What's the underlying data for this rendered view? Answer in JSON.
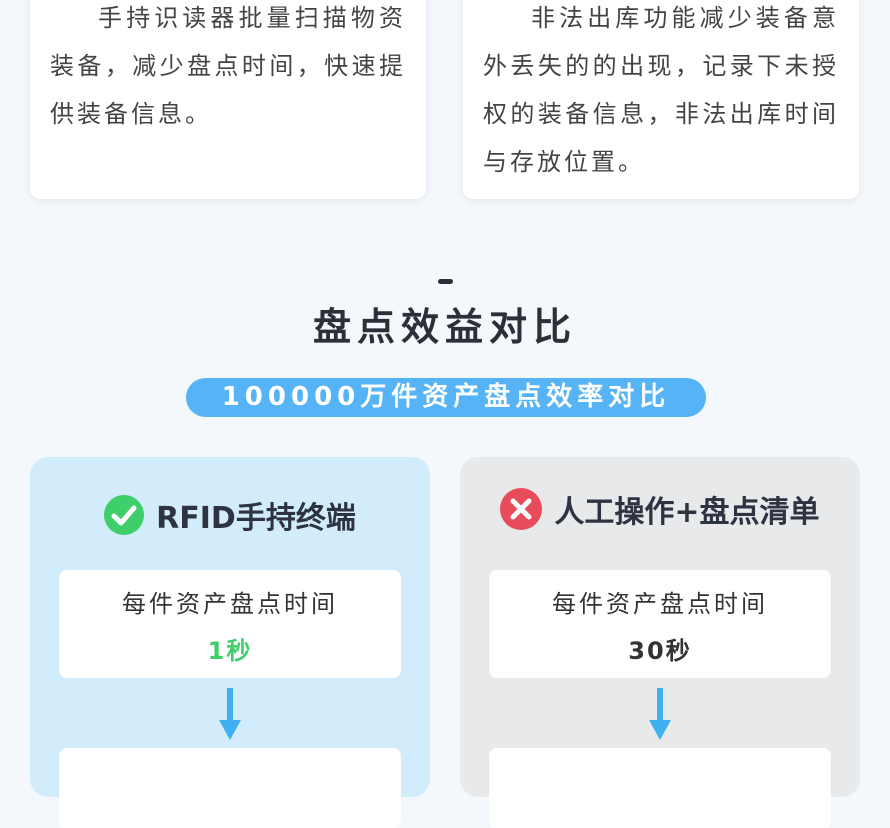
{
  "cards": {
    "left_text": "手持识读器批量扫描物资装备，减少盘点时间，快速提供装备信息。",
    "right_text": "非法出库功能减少装备意外丢失的的出现，记录下未授权的装备信息，非法出库时间与存放位置。"
  },
  "section": {
    "title": "盘点效益对比",
    "subtitle": "100000万件资产盘点效率对比"
  },
  "rfid_panel": {
    "title": "RFID手持终端",
    "icon": "check-circle-icon",
    "icon_color": "#3fcf6a",
    "metric_label": "每件资产盘点时间",
    "metric_value": "1秒",
    "metric_value_color": "#3fcf6a"
  },
  "manual_panel": {
    "title": "人工操作+盘点清单",
    "icon": "x-circle-icon",
    "icon_color": "#e84c5a",
    "metric_label": "每件资产盘点时间",
    "metric_value": "30秒",
    "metric_value_color": "#333333"
  },
  "colors": {
    "accent_blue": "#56b3f5",
    "arrow_blue": "#3fb0f0"
  }
}
